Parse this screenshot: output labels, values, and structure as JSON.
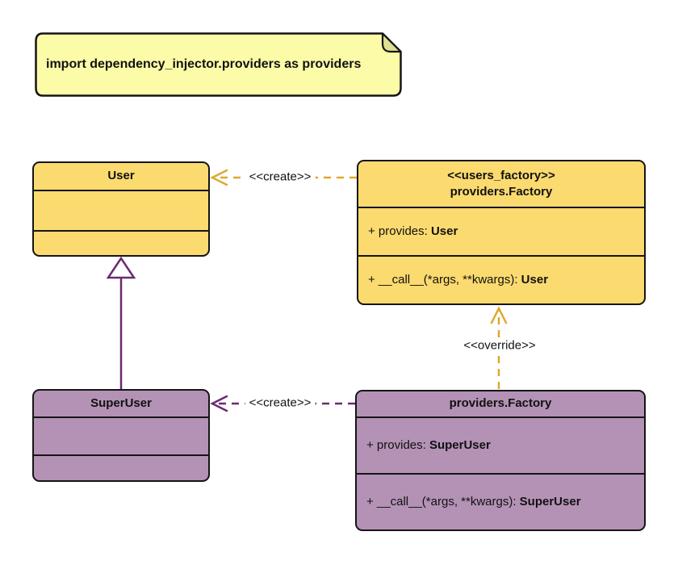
{
  "note": {
    "text": "import dependency_injector.providers as providers"
  },
  "classes": {
    "user": {
      "title": "User"
    },
    "super_user": {
      "title": "SuperUser"
    },
    "users_factory": {
      "stereotype": "<<users_factory>>",
      "title": "providers.Factory",
      "attribute_prefix": "+ provides: ",
      "attribute_type": "User",
      "method_prefix": "+ __call__(*args, **kwargs): ",
      "method_return_type": "User"
    },
    "super_users_factory": {
      "title": "providers.Factory",
      "attribute_prefix": "+ provides: ",
      "attribute_type": "SuperUser",
      "method_prefix": "+ __call__(*args, **kwargs): ",
      "method_return_type": "SuperUser"
    }
  },
  "edges": {
    "create_user_label": "<<create>>",
    "create_super_user_label": "<<create>>",
    "override_label": "<<override>>"
  },
  "colors": {
    "class-yellow-fill": "#FBDA6F",
    "class-purple-fill": "#B392B5",
    "note-fill": "#FBFBA8",
    "note-fold-fill": "#DFDF95",
    "arrow-gold": "#DEA92F",
    "arrow-purple": "#6C2A71",
    "border-black": "#151515",
    "label-text": "#111111",
    "canvas-bg": "#FFFFFF"
  }
}
